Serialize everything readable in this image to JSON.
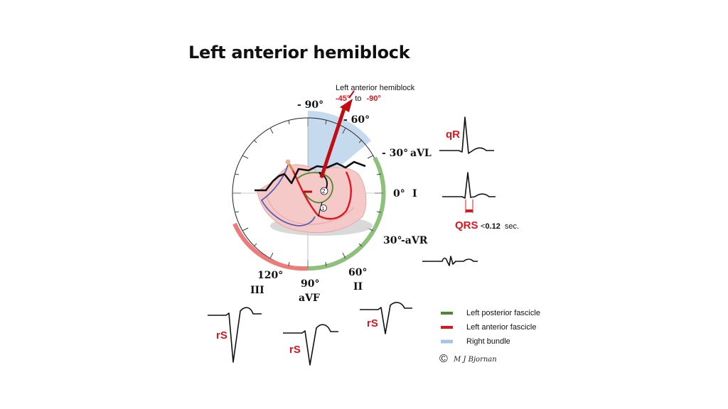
{
  "title": "Left anterior hemiblock",
  "arrow_label": {
    "line1": "Left anterior hemiblock",
    "range_start": "-45°",
    "to": "to",
    "range_end": "-90°"
  },
  "axis_labels": {
    "minus90": "- 90°",
    "minus60": "- 60°",
    "minus30": "- 30°",
    "aVL": "aVL",
    "zero": "0°",
    "I": "I",
    "plus30": "30°",
    "aVR": "-aVR",
    "plus60": "60°",
    "II": "II",
    "plus90": "90°",
    "aVF": "aVF",
    "plus120": "120°",
    "III": "III"
  },
  "waveform_labels": {
    "qR": "qR",
    "QRS": "QRS",
    "qrs_duration": "<",
    "qrs_duration_value": "0.12",
    "qrs_unit": "sec.",
    "rS_III": "rS",
    "rS_aVF": "rS",
    "rS_II": "rS"
  },
  "heart_markers": {
    "one": "1",
    "two": "2"
  },
  "legend": [
    {
      "label": "Left posterior fascicle",
      "color": "#4a8a2e"
    },
    {
      "label": "Left anterior fascicle",
      "color": "#e0141e"
    },
    {
      "label": "Right bundle",
      "color": "#a9c4e2"
    }
  ],
  "copyright": {
    "symbol": "©",
    "signature": "M J Bjornan"
  },
  "colors": {
    "accent_red": "#e0141e",
    "sector_blue": "#bcd3ea",
    "ring_green": "#8dc07a",
    "ring_red": "#ef7a7a",
    "heart_pink": "#f6c9c9"
  }
}
